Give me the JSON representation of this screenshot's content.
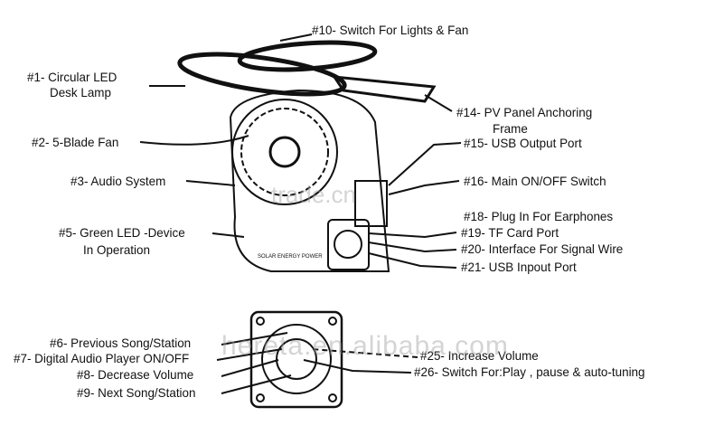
{
  "labels": {
    "l10": "#10- Switch For Lights & Fan",
    "l1a": "#1- Circular LED",
    "l1b": "Desk Lamp",
    "l14a": "#14- PV Panel Anchoring",
    "l14b": "Frame",
    "l2": "#2- 5-Blade Fan",
    "l15": "#15- USB Output Port",
    "l3": "#3- Audio System",
    "l16": "#16- Main ON/OFF Switch",
    "l18": "#18- Plug In For Earphones",
    "l5a": "#5- Green LED -Device",
    "l5b": "In Operation",
    "l19": "#19- TF Card Port",
    "l20": "#20- Interface For Signal Wire",
    "l21": "#21- USB Inpout Port",
    "l6": "#6- Previous Song/Station",
    "l7": "#7- Digital Audio Player ON/OFF",
    "l8": "#8- Decrease Volume",
    "l9": "#9- Next Song/Station",
    "l25": "#25- Increase Volume",
    "l26": "#26- Switch For:Play , pause & auto-tuning"
  },
  "device_text": "SOLAR ENERGY POWER",
  "watermarks": [
    "trade.cn",
    "hereta.en.alibaba.com"
  ]
}
